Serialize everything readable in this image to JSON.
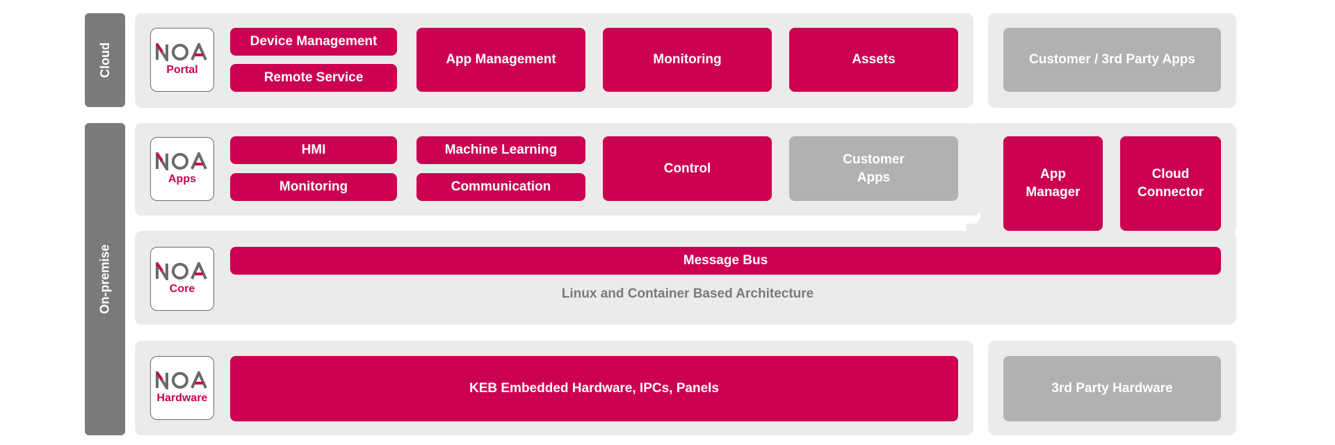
{
  "colors": {
    "accent": "#cc0052",
    "panel": "#ebebea",
    "sidebar": "#7a7a7a",
    "third_party": "#b1b1b1"
  },
  "sections": {
    "cloud": "Cloud",
    "on_premise": "On-premise"
  },
  "logo": {
    "wordmark": "NOA"
  },
  "cloud": {
    "logo_label": "Portal",
    "items": {
      "device_management": "Device Management",
      "remote_service": "Remote Service",
      "app_management": "App Management",
      "monitoring": "Monitoring",
      "assets": "Assets"
    },
    "third_party": "Customer / 3rd Party Apps"
  },
  "apps": {
    "logo_label": "Apps",
    "items": {
      "hmi": "HMI",
      "monitoring": "Monitoring",
      "machine_learning": "Machine Learning",
      "communication": "Communication",
      "control": "Control"
    },
    "customer_apps": "Customer\nApps",
    "app_manager": "App\nManager",
    "cloud_connector": "Cloud\nConnector"
  },
  "core": {
    "logo_label": "Core",
    "message_bus": "Message Bus",
    "architecture": "Linux and Container Based Architecture"
  },
  "hardware": {
    "logo_label": "Hardware",
    "keb": "KEB Embedded Hardware, IPCs, Panels",
    "third_party": "3rd Party Hardware"
  }
}
